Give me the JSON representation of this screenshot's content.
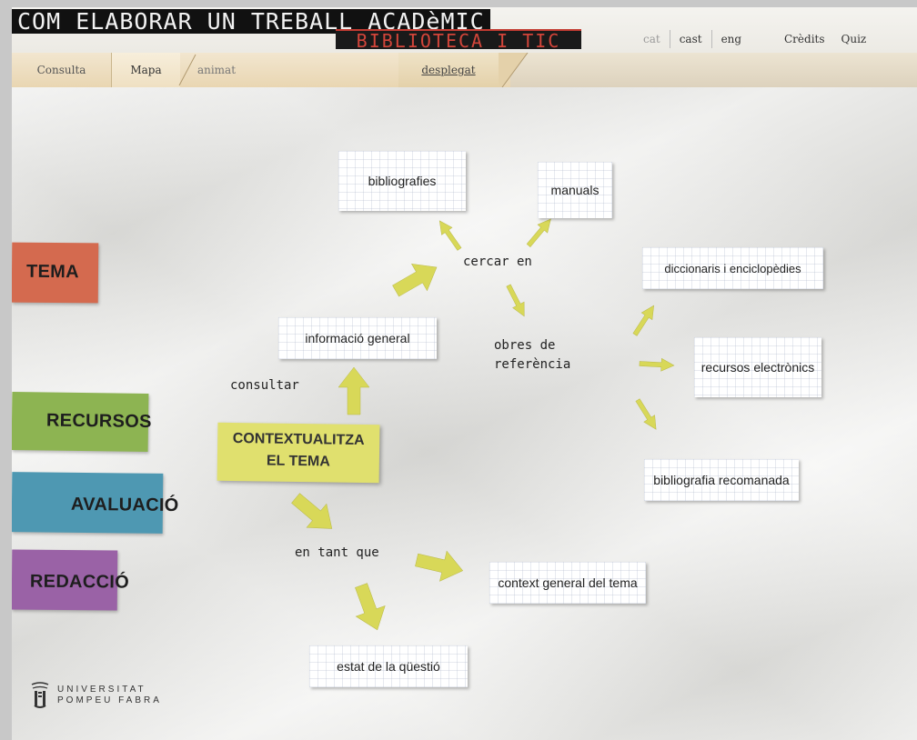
{
  "header": {
    "title": "COM ELABORAR UN TREBALL ACADèMIC",
    "subtitle": "BIBLIOTECA I TIC",
    "languages": [
      {
        "label": "cat",
        "active": false
      },
      {
        "label": "cast",
        "active": true
      },
      {
        "label": "eng",
        "active": true
      }
    ],
    "links": {
      "credits": "Crèdits",
      "quiz": "Quiz"
    }
  },
  "tabs": {
    "consulta": "Consulta",
    "mapa": "Mapa",
    "animat": "animat",
    "desplegat": "desplegat"
  },
  "stickies": {
    "tema": "TEMA",
    "recursos": "RECURSOS",
    "avaluacio": "AVALUACIÓ",
    "redaccio": "REDACCIÓ",
    "center": "CONTEXTUALITZA EL TEMA"
  },
  "map": {
    "boxes": {
      "bibliografies": "bibliografies",
      "manuals": "manuals",
      "diccionaris": "diccionaris i enciclopèdies",
      "informacio_general": "informació general",
      "recursos_electronics": "recursos electrònics",
      "bibliografia_recomanada": "bibliografia recomanada",
      "context_general": "context general del tema",
      "estat_questio": "estat de la qüestió"
    },
    "labels": {
      "cercar_en": "cercar en",
      "consultar": "consultar",
      "obres_referencia": "obres de\nreferència",
      "en_tant_que": "en tant que"
    }
  },
  "colors": {
    "tema": "#d46a4f",
    "recursos": "#8db452",
    "avaluacio": "#4e98b2",
    "redaccio": "#9a62a6",
    "center": "#e0e06e",
    "arrow": "#d8d858",
    "subtitle": "#d2453a"
  },
  "logo": {
    "line1": "UNIVERSITAT",
    "line2": "POMPEU FABRA",
    "icon": "upf-logo-icon"
  }
}
